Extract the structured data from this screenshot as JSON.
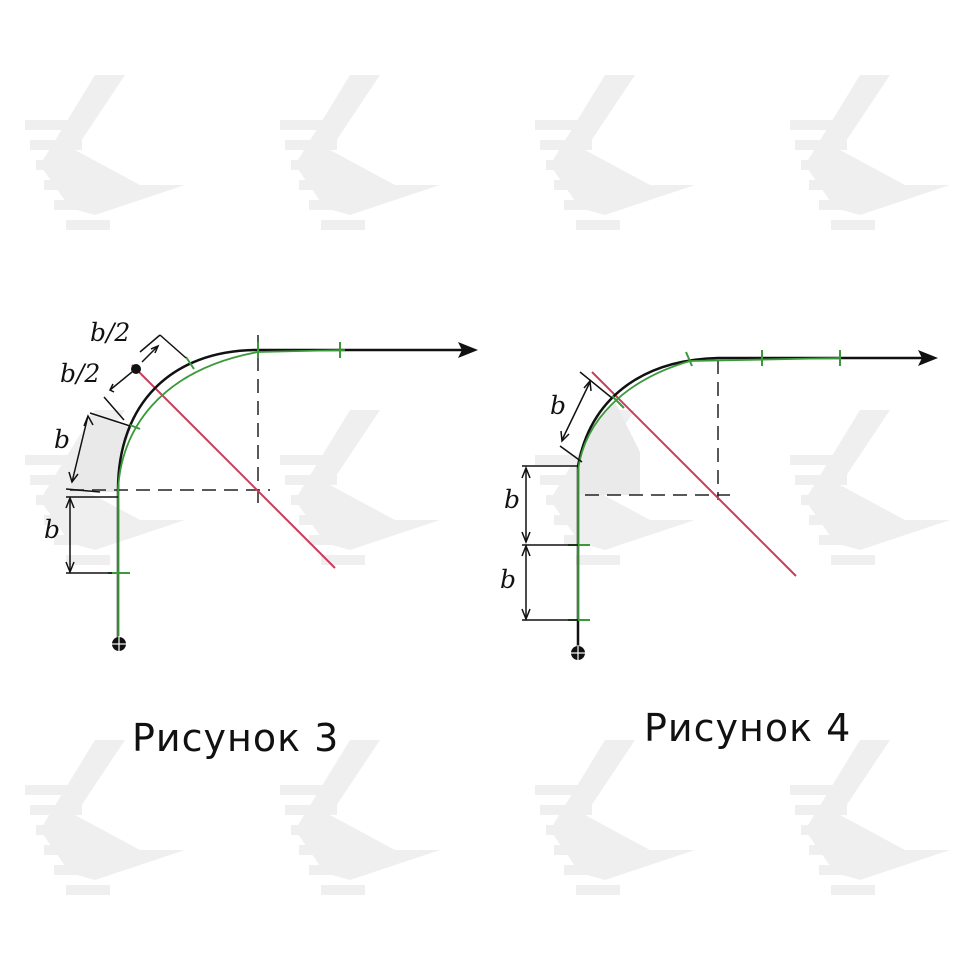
{
  "figures": [
    {
      "caption": "Рисунок 3",
      "dimensions": [
        "b/2",
        "b/2",
        "b",
        "b"
      ]
    },
    {
      "caption": "Рисунок 4",
      "dimensions": [
        "b",
        "b",
        "b"
      ]
    }
  ],
  "colors": {
    "line": "#111111",
    "smooth_curve": "#3a9a3a",
    "diagonal": "#cc3b5a",
    "fill": "#ececec",
    "watermark": "#eeeeee"
  },
  "icons": [
    "watermark-logo-icon"
  ]
}
